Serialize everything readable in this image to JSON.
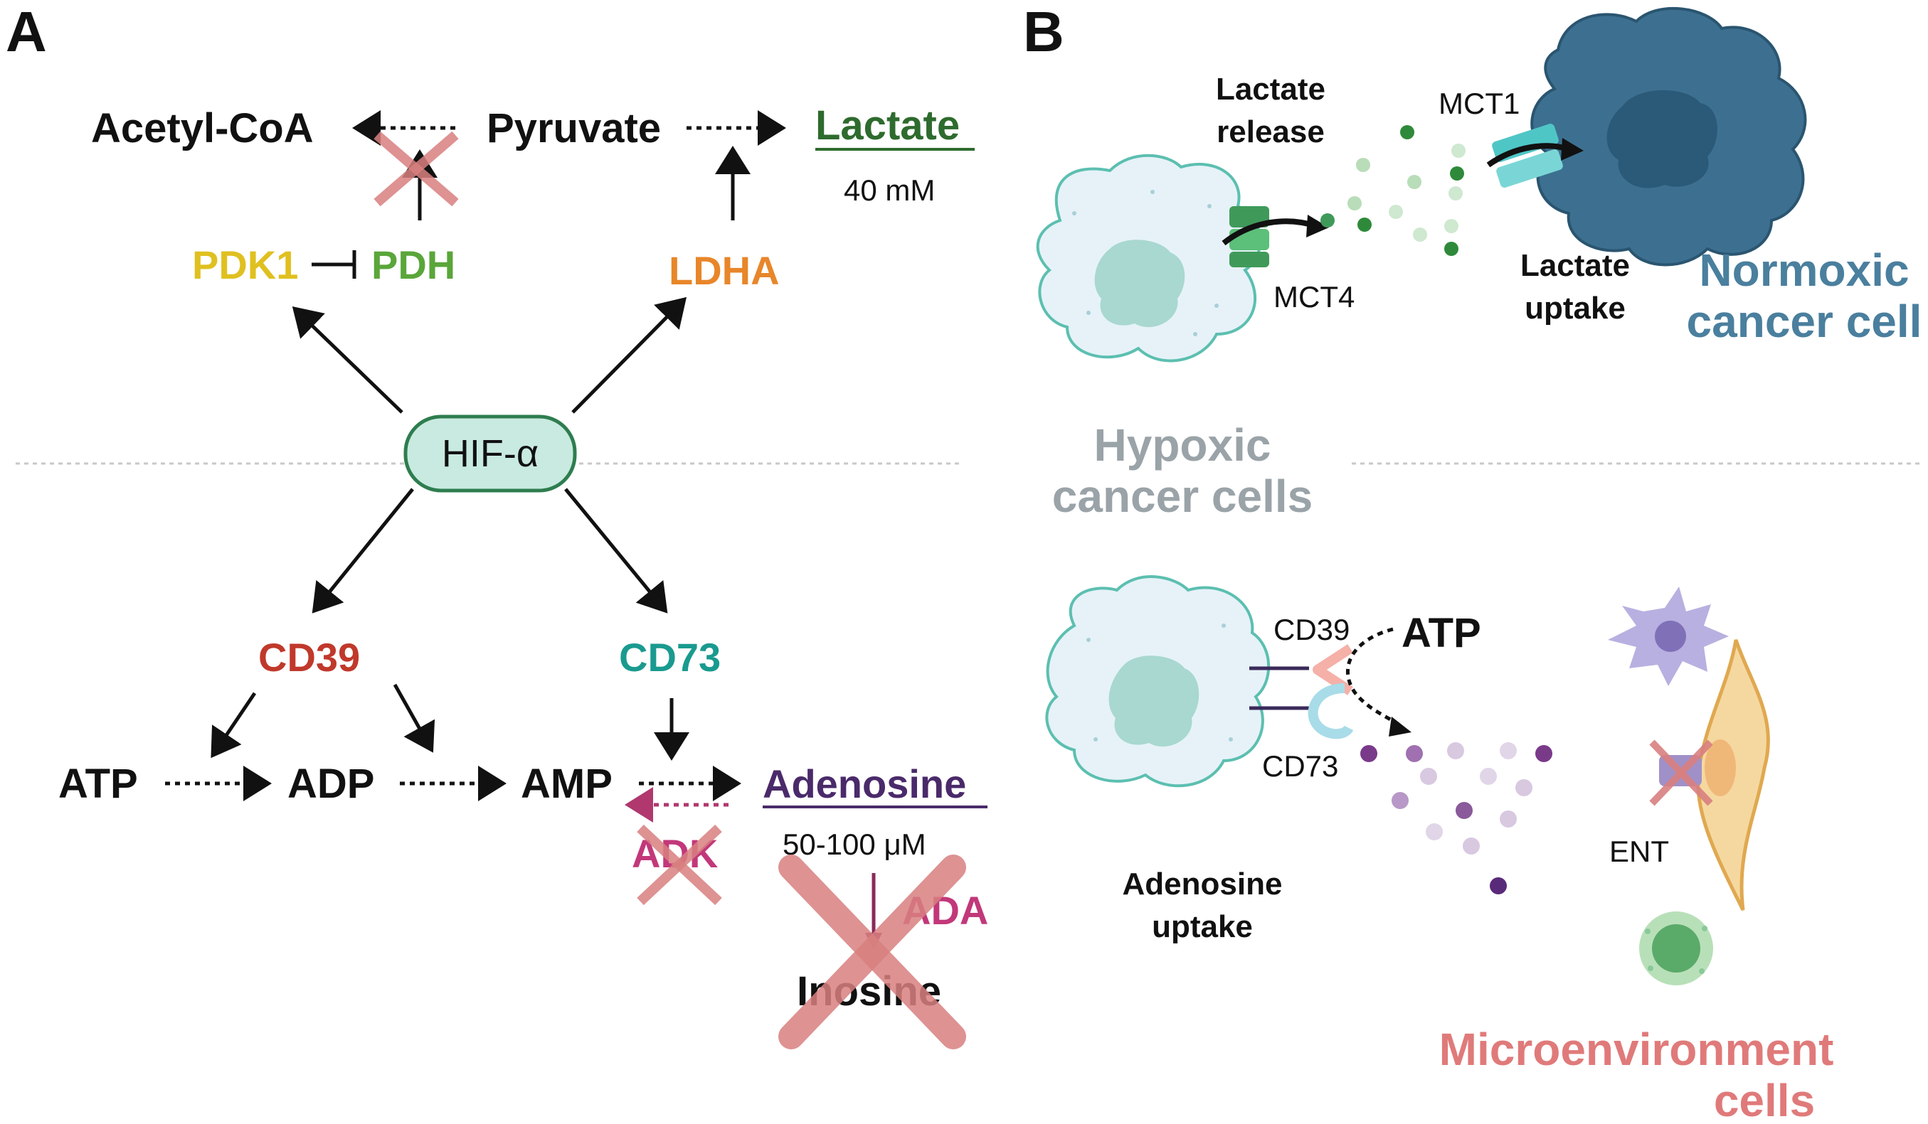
{
  "panel_a": {
    "label": "A",
    "acetyl_coa": "Acetyl-CoA",
    "pyruvate": "Pyruvate",
    "lactate": "Lactate",
    "lactate_conc": "40 mM",
    "pdk1": "PDK1",
    "pdh": "PDH",
    "ldha": "LDHA",
    "hif": "HIF-α",
    "cd39": "CD39",
    "cd73": "CD73",
    "atp": "ATP",
    "adp": "ADP",
    "amp": "AMP",
    "adenosine": "Adenosine",
    "adenosine_conc": "50-100 μM",
    "adk": "ADK",
    "ada": "ADA",
    "inosine": "Inosine"
  },
  "panel_b": {
    "label": "B",
    "lactate_release": [
      "Lactate",
      "release"
    ],
    "mct1": "MCT1",
    "mct4": "MCT4",
    "lactate_uptake": [
      "Lactate",
      "uptake"
    ],
    "normoxic": [
      "Normoxic",
      "cancer cell"
    ],
    "hypoxic": [
      "Hypoxic",
      "cancer cells"
    ],
    "cd39": "CD39",
    "cd73": "CD73",
    "atp": "ATP",
    "adenosine_uptake": [
      "Adenosine",
      "uptake"
    ],
    "ent": "ENT",
    "microenvironment": [
      "Microenvironment",
      "cells"
    ]
  },
  "colors": {
    "black": "#111111",
    "lactate_green": "#2e6b2e",
    "pdk1_yellow": "#e0c020",
    "pdh_green": "#5aa63a",
    "ldha_orange": "#e8862a",
    "cd39_red": "#c0392b",
    "cd73_teal": "#1a9a8f",
    "adenosine_purple": "#4a2a6a",
    "adk_pink": "#c2387a",
    "cross_red": "#d98080",
    "normoxic_blue": "#4a7f9e",
    "hypoxic_gray": "#9aa3a8",
    "micro_salmon": "#e07a7a",
    "hif_fill": "#c8eae0",
    "hif_stroke": "#2e7d4f"
  }
}
